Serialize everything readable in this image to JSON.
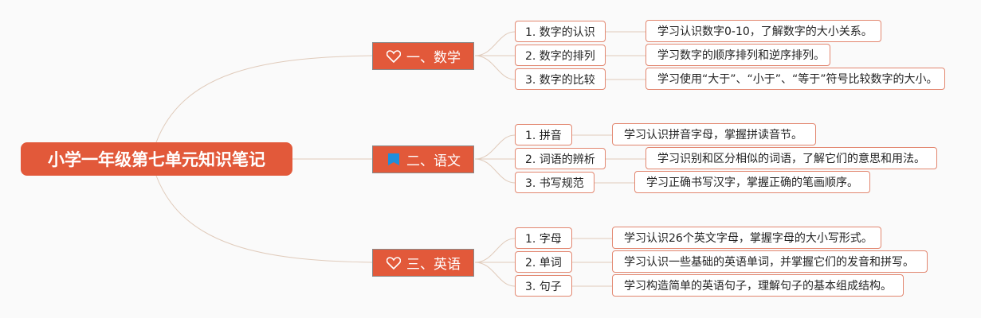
{
  "root": {
    "title": "小学一年级第七单元知识笔记"
  },
  "branches": [
    {
      "label": "一、数学",
      "icon": "heart-icon",
      "topics": [
        {
          "label": "1. 数字的认识",
          "desc": "学习认识数字0-10，了解数字的大小关系。"
        },
        {
          "label": "2. 数字的排列",
          "desc": "学习数字的顺序排列和逆序排列。"
        },
        {
          "label": "3. 数字的比较",
          "desc": "学习使用“大于”、“小于”、“等于”符号比较数字的大小。"
        }
      ]
    },
    {
      "label": "二、语文",
      "icon": "flag-icon",
      "topics": [
        {
          "label": "1. 拼音",
          "desc": "学习认识拼音字母，掌握拼读音节。"
        },
        {
          "label": "2. 词语的辨析",
          "desc": "学习识别和区分相似的词语，了解它们的意思和用法。"
        },
        {
          "label": "3. 书写规范",
          "desc": "学习正确书写汉字，掌握正确的笔画顺序。"
        }
      ]
    },
    {
      "label": "三、英语",
      "icon": "heart-icon",
      "topics": [
        {
          "label": "1. 字母",
          "desc": "学习认识26个英文字母，掌握字母的大小写形式。"
        },
        {
          "label": "2. 单词",
          "desc": "学习认识一些基础的英语单词，并掌握它们的发音和拼写。"
        },
        {
          "label": "3. 句子",
          "desc": "学习构造简单的英语句子，理解句子的基本组成结构。"
        }
      ]
    }
  ],
  "colors": {
    "accent": "#e2593a",
    "border": "#e2866f",
    "line": "#e0cbbb",
    "flag": "#1e8fdc"
  }
}
